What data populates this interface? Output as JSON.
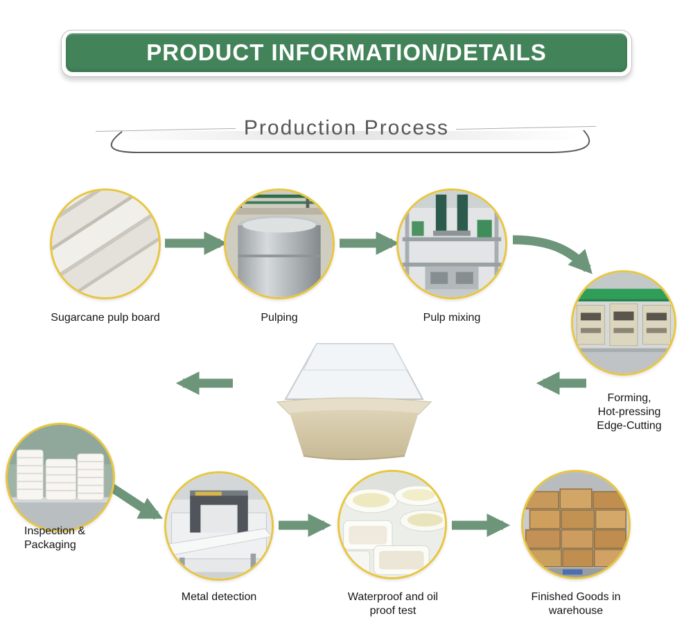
{
  "banner": {
    "title": "PRODUCT INFORMATION/DETAILS"
  },
  "section_header": {
    "title": "Production Process"
  },
  "process": {
    "steps": [
      {
        "id": "sugarcane-pulp-board",
        "label": "Sugarcane pulp board"
      },
      {
        "id": "pulping",
        "label": "Pulping"
      },
      {
        "id": "pulp-mixing",
        "label": "Pulp mixing"
      },
      {
        "id": "forming-hot-pressing-edge-cutting",
        "label": "Forming,\nHot-pressing\nEdge-Cutting"
      },
      {
        "id": "inspection-packaging",
        "label": "Inspection &\nPackaging"
      },
      {
        "id": "metal-detection",
        "label": "Metal detection"
      },
      {
        "id": "waterproof-oil-proof-test",
        "label": "Waterproof and oil\nproof test"
      },
      {
        "id": "finished-goods-warehouse",
        "label": "Finished Goods in\nwarehouse"
      }
    ]
  },
  "colors": {
    "banner_green": "#43835a",
    "arrow_green": "#6d9579",
    "circle_border": "#e8c63e",
    "heading_gray": "#565656"
  }
}
